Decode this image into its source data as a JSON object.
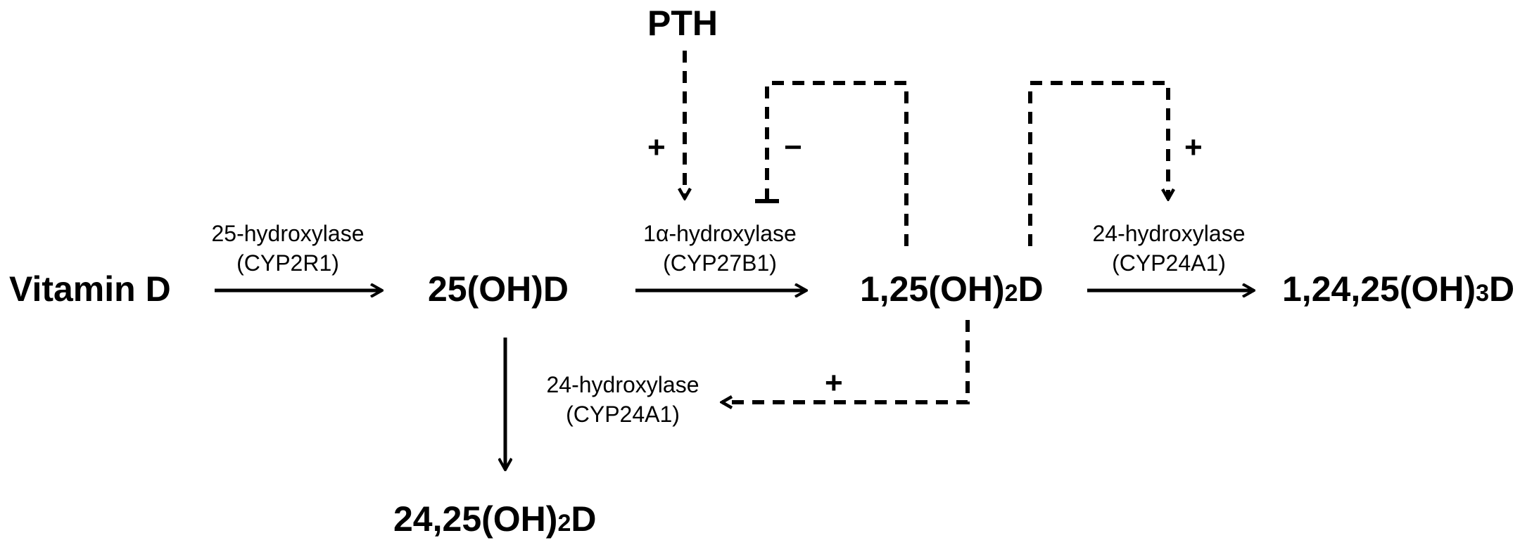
{
  "compounds": {
    "vitamin_d": "Vitamin D",
    "oh_d": "25(OH)D",
    "calcitriol": {
      "prefix": "1,25(OH)",
      "sub": "2",
      "suffix": "D"
    },
    "trihydroxy": {
      "prefix": "1,24,25(OH)",
      "sub": "3",
      "suffix": "D"
    },
    "dihydroxy_24_25": {
      "prefix": "24,25(OH)",
      "sub": "2",
      "suffix": "D"
    },
    "pth": "PTH"
  },
  "enzymes": {
    "cyp2r1": {
      "name": "25-hydroxylase",
      "gene": "(CYP2R1)"
    },
    "cyp27b1": {
      "name": "1α-hydroxylase",
      "gene": "(CYP27B1)"
    },
    "cyp24a1_right": {
      "name": "24-hydroxylase",
      "gene": "(CYP24A1)"
    },
    "cyp24a1_lower": {
      "name": "24-hydroxylase",
      "gene": "(CYP24A1)"
    }
  },
  "signs": {
    "pth_plus": "+",
    "feedback_minus": "−",
    "right_plus": "+",
    "lower_plus": "+"
  }
}
